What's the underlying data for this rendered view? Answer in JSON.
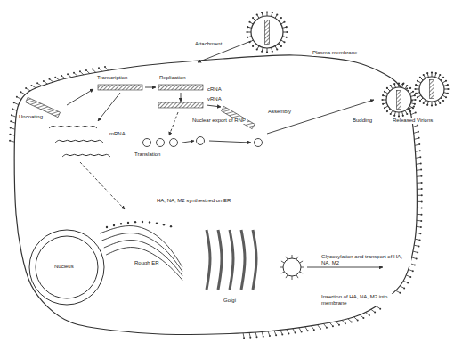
{
  "diagram": {
    "labels": [
      "Attachment",
      "Plasma membrane",
      "Uncoating",
      "Transcription",
      "Replication",
      "cRNA",
      "vRNA",
      "mRNA",
      "Translation",
      "Nuclear export of RNP",
      "Assembly",
      "Budding",
      "Released Virions",
      "Nucleus",
      "Rough ER",
      "HA, NA, M2 synthesized on ER",
      "Golgi",
      "Glycosylation and transport of HA, NA, M2",
      "Insertion of HA, NA, M2 into membrane"
    ]
  }
}
